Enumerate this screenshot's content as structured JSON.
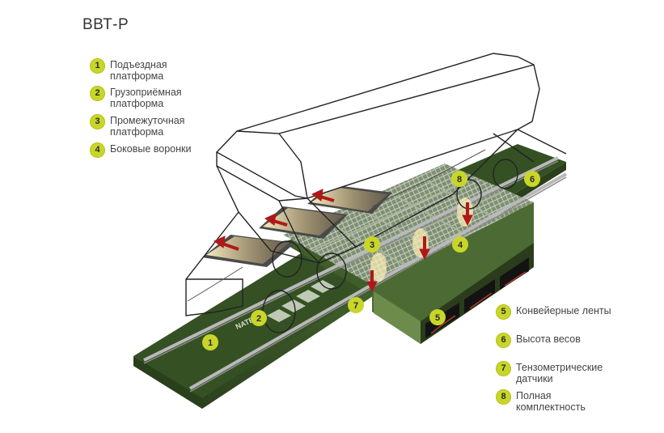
{
  "title": "ВВТ-Р",
  "legend_left": [
    {
      "num": "1",
      "text": "Подъездная\nплатформа"
    },
    {
      "num": "2",
      "text": "Грузоприёмная\nплатформа"
    },
    {
      "num": "3",
      "text": "Промежуточная\nплатформа"
    },
    {
      "num": "4",
      "text": "Боковые воронки"
    }
  ],
  "legend_right": [
    {
      "num": "5",
      "text": "Конвейерные ленты"
    },
    {
      "num": "6",
      "text": "Высота весов"
    },
    {
      "num": "7",
      "text": "Тензометрические\nдатчики"
    },
    {
      "num": "8",
      "text": "Полная\nкомплектность"
    }
  ],
  "callouts": [
    "1",
    "2",
    "3",
    "4",
    "5",
    "6",
    "7",
    "8"
  ],
  "platform_marking": "NATE",
  "colors": {
    "badge": "#c8d62a",
    "platform": "#3d5a2a",
    "grate": "#8a9a80",
    "arrow": "#b01818"
  }
}
